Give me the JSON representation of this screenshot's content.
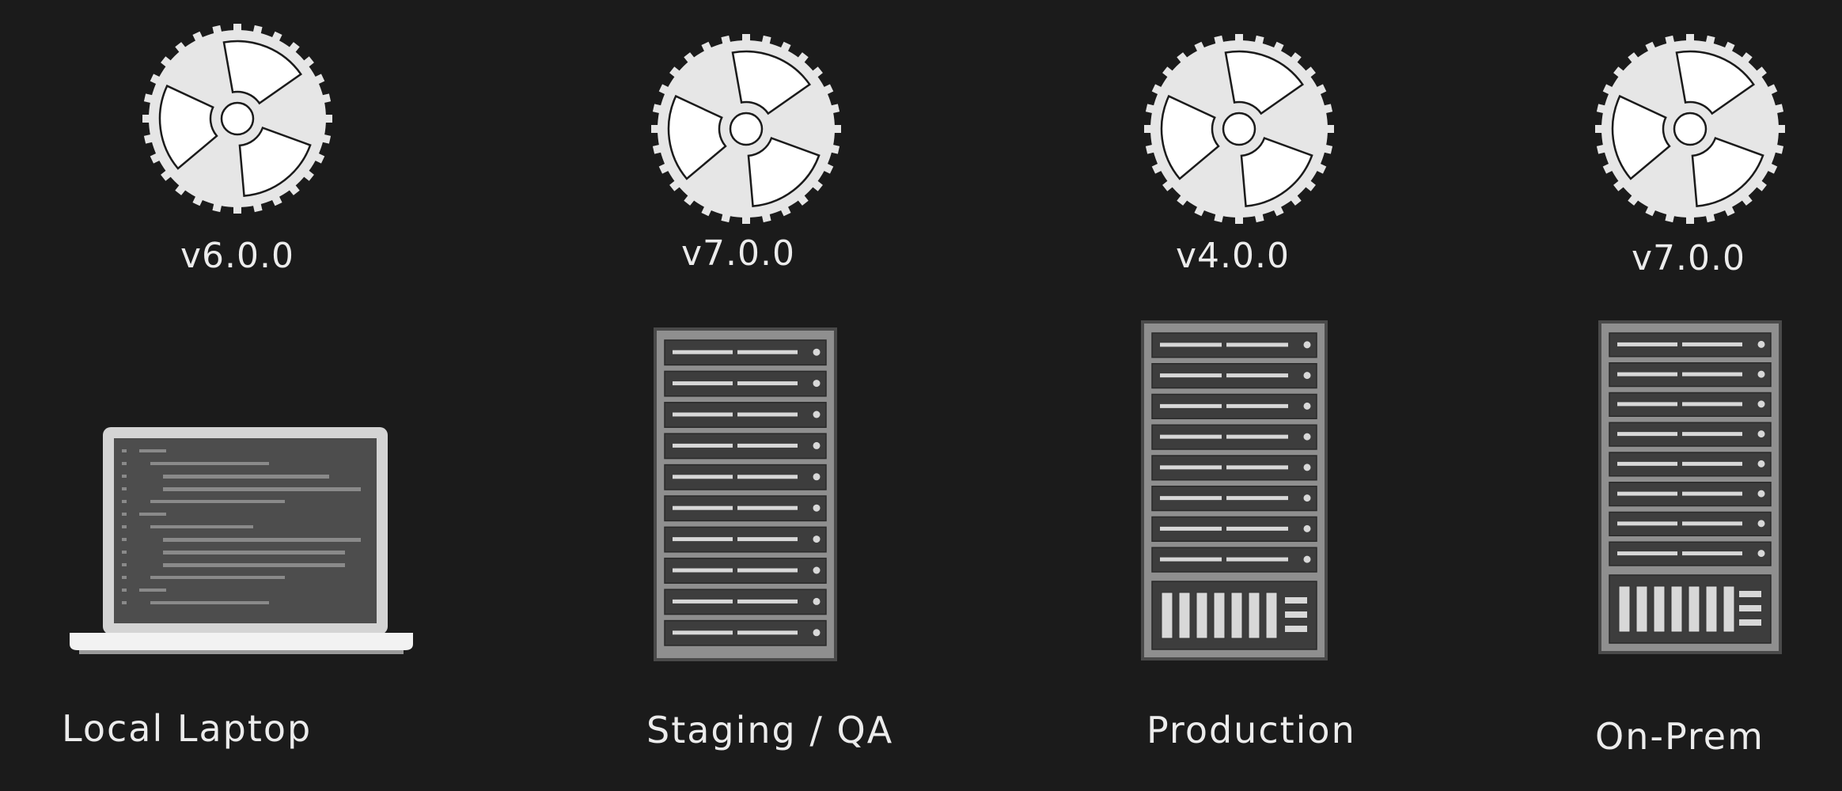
{
  "environments": [
    {
      "version": "v6.0.0",
      "label": "Local Laptop",
      "icon": "laptop-icon"
    },
    {
      "version": "v7.0.0",
      "label": "Staging / QA",
      "icon": "server-rack-icon"
    },
    {
      "version": "v4.0.0",
      "label": "Production",
      "icon": "server-rack-icon"
    },
    {
      "version": "v7.0.0",
      "label": "On-Prem",
      "icon": "server-rack-icon"
    }
  ],
  "colors": {
    "background": "#1b1b1b",
    "gear": "#e6e6e6",
    "rack": "#8f8f8f",
    "text": "#ececec"
  }
}
